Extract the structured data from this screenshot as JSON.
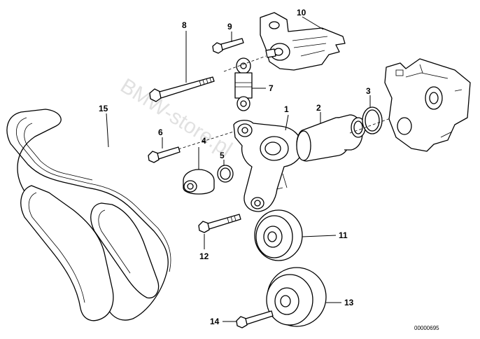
{
  "callouts": {
    "c1": "1",
    "c2": "2",
    "c3": "3",
    "c4": "4",
    "c5": "5",
    "c6": "6",
    "c7": "7",
    "c8": "8",
    "c9": "9",
    "c10": "10",
    "c11": "11",
    "c12": "12",
    "c13": "13",
    "c14": "14",
    "c15": "15"
  },
  "part_number": "00000695",
  "watermark": "BMW-store.pl"
}
